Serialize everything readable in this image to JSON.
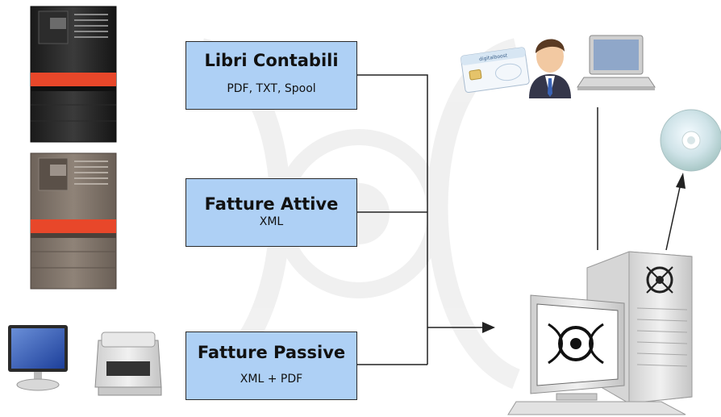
{
  "boxes": [
    {
      "title": "Libri Contabili",
      "subtitle": "PDF, TXT, Spool"
    },
    {
      "title": "Fatture Attive",
      "subtitle": "XML"
    },
    {
      "title": "Fatture Passive",
      "subtitle": "XML + PDF"
    }
  ],
  "card": {
    "brand": "digitalboost"
  },
  "colors": {
    "box_fill": "#aed0f5",
    "server_orange": "#e8472a",
    "line": "#222222"
  },
  "icons": [
    "server-icon",
    "server-icon",
    "monitor-icon",
    "scanner-icon",
    "smart-card-icon",
    "user-icon",
    "laptop-icon",
    "cd-icon",
    "workstation-icon",
    "logo-watermark"
  ]
}
